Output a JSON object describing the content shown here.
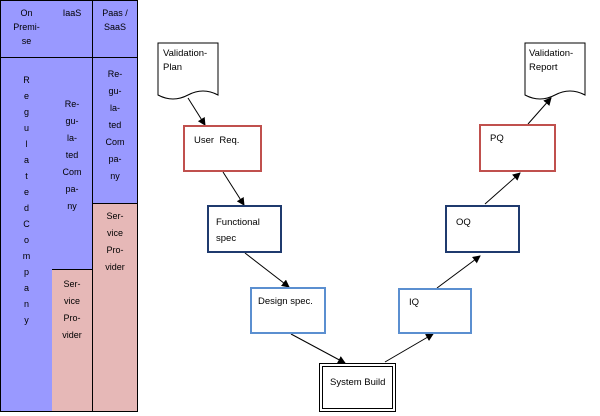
{
  "table": {
    "columns": [
      {
        "header": [
          "On",
          "Premi-",
          "se"
        ],
        "sections": [
          {
            "party": "regulated",
            "lines": [
              "R",
              "e",
              "g",
              "u",
              "l",
              "a",
              "t",
              "e",
              "d",
              "C",
              "o",
              "m",
              "p",
              "a",
              "n",
              "y"
            ]
          }
        ]
      },
      {
        "header": [
          "IaaS"
        ],
        "sections": [
          {
            "party": "regulated",
            "lines": [
              "Re-",
              "gu-",
              "la-",
              "ted",
              "Com",
              "pa-",
              "ny"
            ]
          },
          {
            "party": "provider",
            "lines": [
              "Ser-",
              "vice",
              "Pro-",
              "vider"
            ]
          }
        ]
      },
      {
        "header": [
          "Paas /",
          "SaaS"
        ],
        "sections": [
          {
            "party": "regulated",
            "lines": [
              "Re-",
              "gu-",
              "la-",
              "ted",
              "Com",
              "pa-",
              "ny"
            ]
          },
          {
            "party": "provider",
            "lines": [
              "Ser-",
              "vice",
              "Pro-",
              "vider"
            ]
          }
        ]
      }
    ]
  },
  "diagram": {
    "validation_plan": [
      "Validation-",
      "Plan"
    ],
    "validation_report": [
      "Validation-",
      "Report"
    ],
    "user_req": "User  Req.",
    "functional_spec": [
      "Functional",
      "spec"
    ],
    "design_spec": "Design spec.",
    "system_build": "System Build",
    "iq": "IQ",
    "oq": "OQ",
    "pq": "PQ"
  },
  "colors": {
    "regulated_fill": "#9999ff",
    "provider_fill": "#e6b8b7",
    "requirement_border": "#c0504d",
    "spec_border": "#1f3a6e",
    "design_border": "#5b8fd0"
  }
}
